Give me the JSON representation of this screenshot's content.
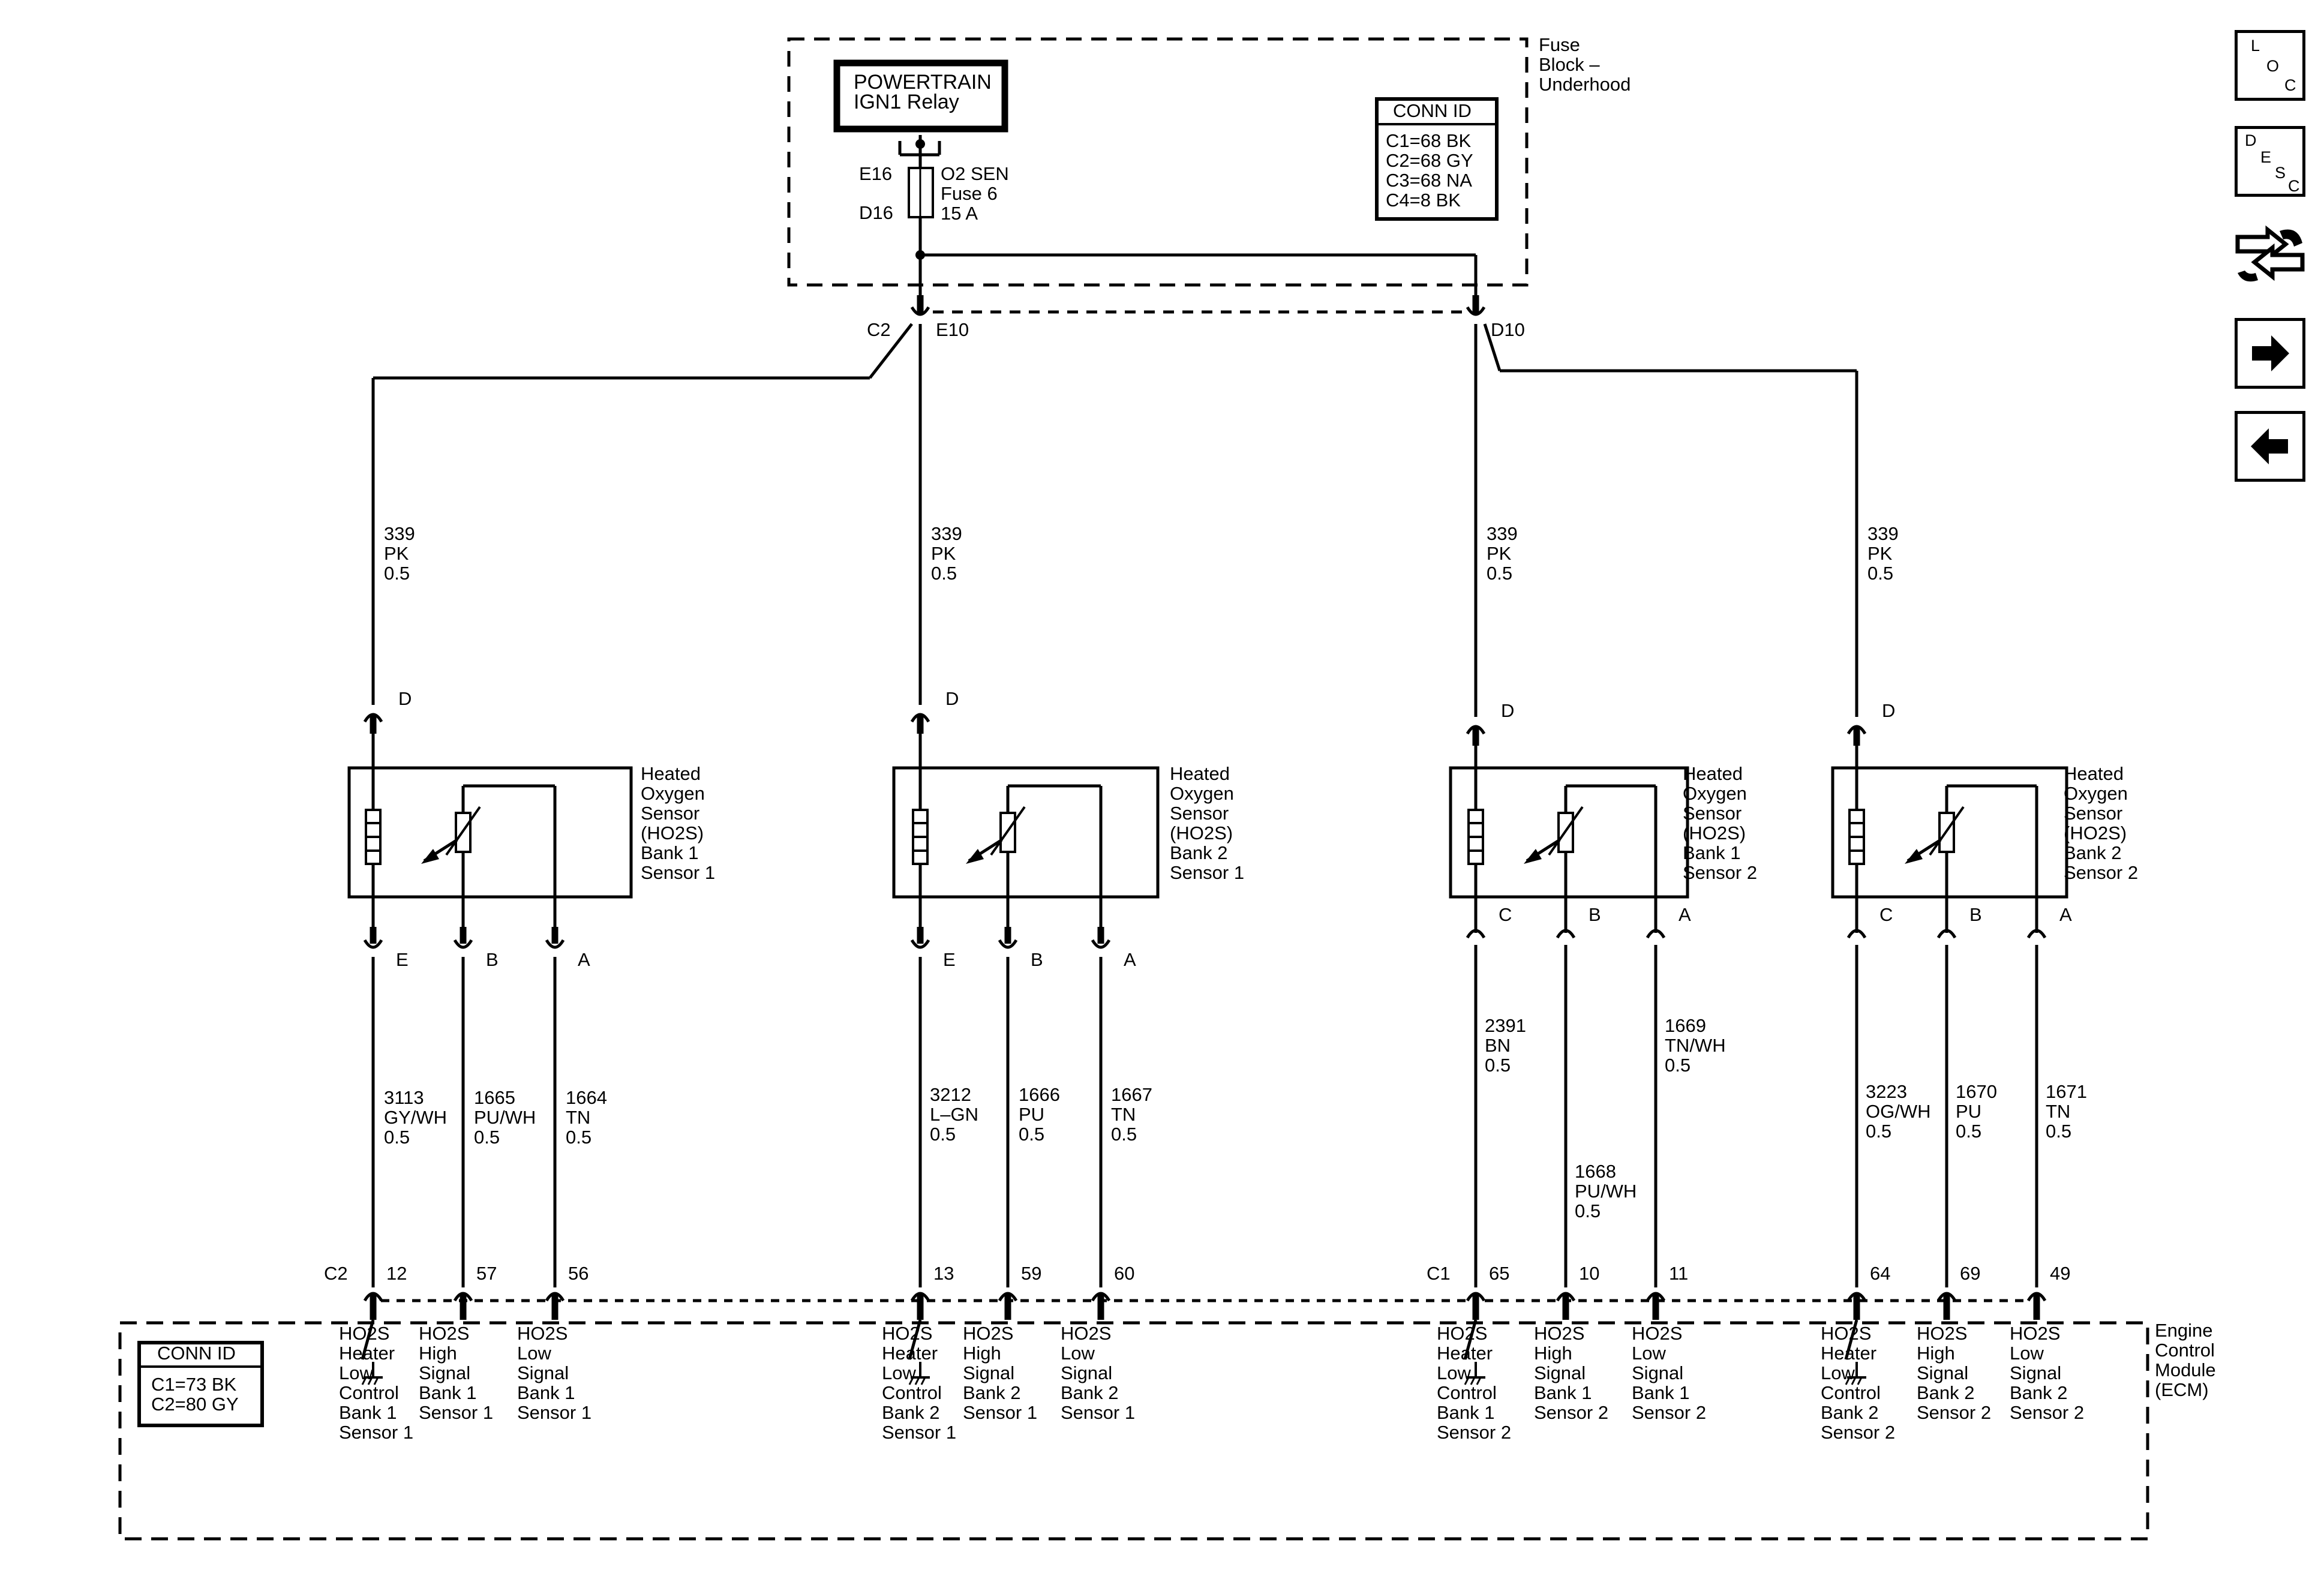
{
  "fuse_block": {
    "label_lines": [
      "Fuse",
      "Block –",
      "Underhood"
    ],
    "relay_lines": [
      "POWERTRAIN",
      "IGN1 Relay"
    ],
    "fuse_top_pin": "E16",
    "fuse_bottom_pin": "D16",
    "fuse_lines": [
      "O2 SEN",
      "Fuse 6",
      "15 A"
    ],
    "conn_id": {
      "title": "CONN ID",
      "lines": [
        "C1=68 BK",
        "C2=68 GY",
        "C3=68 NA",
        "C4=8 BK"
      ]
    },
    "outputs": [
      {
        "connector": "C2",
        "pin": "E10"
      },
      {
        "connector": "",
        "pin": "D10"
      }
    ]
  },
  "sensors": [
    {
      "name_lines": [
        "Heated",
        "Oxygen",
        "Sensor",
        "(HO2S)",
        "Bank 1",
        "Sensor 1"
      ],
      "supply_wire": [
        "339",
        "PK",
        "0.5"
      ],
      "supply_pin": "D",
      "pins": [
        "E",
        "B",
        "A"
      ],
      "signal_wires": [
        [
          "3113",
          "GY/WH",
          "0.5"
        ],
        [
          "1665",
          "PU/WH",
          "0.5"
        ],
        [
          "1664",
          "TN",
          "0.5"
        ]
      ],
      "ecm_pins": [
        "12",
        "57",
        "56"
      ],
      "ecm_connector": "C2",
      "ecm_labels": [
        [
          "HO2S",
          "Heater",
          "Low",
          "Control",
          "Bank 1",
          "Sensor 1"
        ],
        [
          "HO2S",
          "High",
          "Signal",
          "Bank 1",
          "Sensor 1"
        ],
        [
          "HO2S",
          "Low",
          "Signal",
          "Bank 1",
          "Sensor 1"
        ]
      ]
    },
    {
      "name_lines": [
        "Heated",
        "Oxygen",
        "Sensor",
        "(HO2S)",
        "Bank 2",
        "Sensor 1"
      ],
      "supply_wire": [
        "339",
        "PK",
        "0.5"
      ],
      "supply_pin": "D",
      "pins": [
        "E",
        "B",
        "A"
      ],
      "signal_wires": [
        [
          "3212",
          "L–GN",
          "0.5"
        ],
        [
          "1666",
          "PU",
          "0.5"
        ],
        [
          "1667",
          "TN",
          "0.5"
        ]
      ],
      "ecm_pins": [
        "13",
        "59",
        "60"
      ],
      "ecm_connector": "",
      "ecm_labels": [
        [
          "HO2S",
          "Heater",
          "Low",
          "Control",
          "Bank 2",
          "Sensor 1"
        ],
        [
          "HO2S",
          "High",
          "Signal",
          "Bank 2",
          "Sensor 1"
        ],
        [
          "HO2S",
          "Low",
          "Signal",
          "Bank 2",
          "Sensor 1"
        ]
      ]
    },
    {
      "name_lines": [
        "Heated",
        "Oxygen",
        "Sensor",
        "(HO2S)",
        "Bank 1",
        "Sensor 2"
      ],
      "supply_wire": [
        "339",
        "PK",
        "0.5"
      ],
      "supply_pin": "D",
      "pins": [
        "C",
        "B",
        "A"
      ],
      "signal_wires": [
        [
          "2391",
          "BN",
          "0.5"
        ],
        [
          "1668",
          "PU/WH",
          "0.5"
        ],
        [
          "1669",
          "TN/WH",
          "0.5"
        ]
      ],
      "ecm_pins": [
        "65",
        "10",
        "11"
      ],
      "ecm_connector": "C1",
      "ecm_labels": [
        [
          "HO2S",
          "Heater",
          "Low",
          "Control",
          "Bank 1",
          "Sensor 2"
        ],
        [
          "HO2S",
          "High",
          "Signal",
          "Bank 1",
          "Sensor 2"
        ],
        [
          "HO2S",
          "Low",
          "Signal",
          "Bank 1",
          "Sensor 2"
        ]
      ]
    },
    {
      "name_lines": [
        "Heated",
        "Oxygen",
        "Sensor",
        "(HO2S)",
        "Bank 2",
        "Sensor 2"
      ],
      "supply_wire": [
        "339",
        "PK",
        "0.5"
      ],
      "supply_pin": "D",
      "pins": [
        "C",
        "B",
        "A"
      ],
      "signal_wires": [
        [
          "3223",
          "OG/WH",
          "0.5"
        ],
        [
          "1670",
          "PU",
          "0.5"
        ],
        [
          "1671",
          "TN",
          "0.5"
        ]
      ],
      "ecm_pins": [
        "64",
        "69",
        "49"
      ],
      "ecm_connector": "",
      "ecm_labels": [
        [
          "HO2S",
          "Heater",
          "Low",
          "Control",
          "Bank 2",
          "Sensor 2"
        ],
        [
          "HO2S",
          "High",
          "Signal",
          "Bank 2",
          "Sensor 2"
        ],
        [
          "HO2S",
          "Low",
          "Signal",
          "Bank 2",
          "Sensor 2"
        ]
      ]
    }
  ],
  "ecm": {
    "label_lines": [
      "Engine",
      "Control",
      "Module",
      "(ECM)"
    ],
    "conn_id": {
      "title": "CONN ID",
      "lines": [
        "C1=73 BK",
        "C2=80 GY"
      ]
    }
  },
  "nav": {
    "loc": [
      "L",
      "O",
      "C"
    ],
    "desc": [
      "D",
      "E",
      "S",
      "C"
    ],
    "tool_icon": "wrench-arrows-icon",
    "next_icon": "arrow-right-icon",
    "prev_icon": "arrow-left-icon"
  }
}
